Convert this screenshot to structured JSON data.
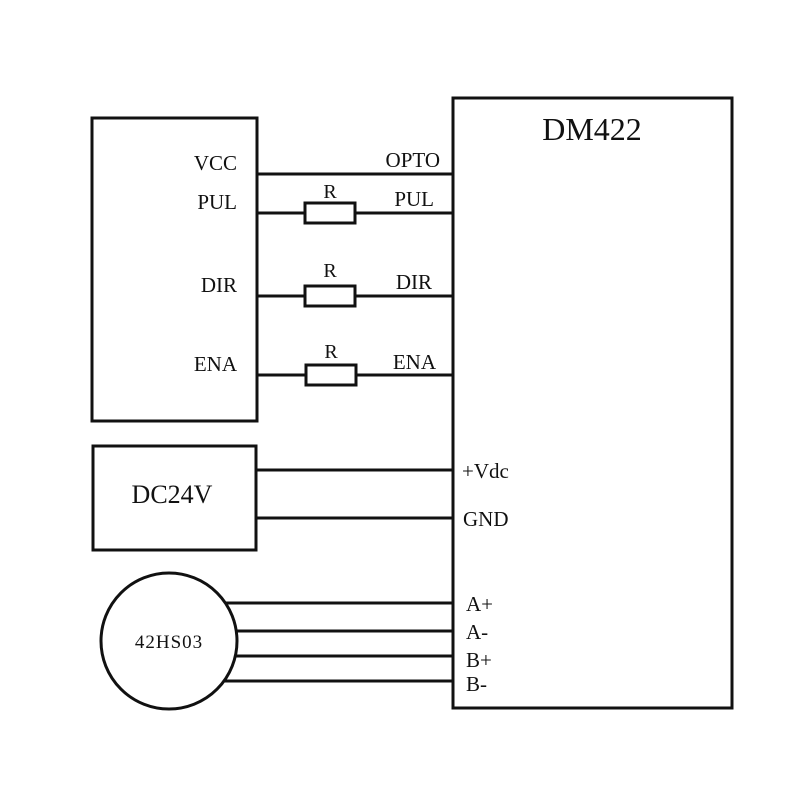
{
  "colors": {
    "ink": "#111111",
    "background": "#ffffff"
  },
  "controller": {
    "pins": [
      "VCC",
      "PUL",
      "DIR",
      "ENA"
    ]
  },
  "resistor_label": "R",
  "driver": {
    "name": "DM422",
    "signal_pins": [
      "OPTO",
      "PUL",
      "DIR",
      "ENA"
    ],
    "power_pins": [
      "+Vdc",
      "GND"
    ],
    "motor_pins": [
      "A+",
      "A-",
      "B+",
      "B-"
    ]
  },
  "power_supply": {
    "name": "DC24V"
  },
  "motor": {
    "name": "42HS03"
  }
}
